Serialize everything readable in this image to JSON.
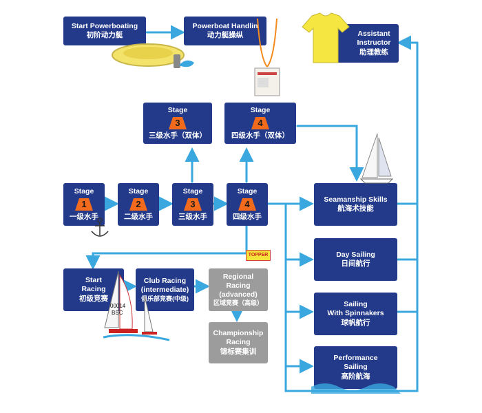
{
  "boxes": {
    "start_powerboating": {
      "en": "Start Powerboating",
      "zh": "初阶动力艇"
    },
    "powerboat_handling": {
      "en": "Powerboat Handlin",
      "zh": "动力艇操纵"
    },
    "assistant_instructor": {
      "en1": "Assistant",
      "en2": "Instructor",
      "zh": "助理教练"
    },
    "stage3_cat": {
      "label": "Stage",
      "num": "3",
      "zh": "三级水手（双体）"
    },
    "stage4_cat": {
      "label": "Stage",
      "num": "4",
      "zh": "四级水手（双体）"
    },
    "stage1": {
      "label": "Stage",
      "num": "1",
      "zh": "一级水手"
    },
    "stage2": {
      "label": "Stage",
      "num": "2",
      "zh": "二级水手"
    },
    "stage3": {
      "label": "Stage",
      "num": "3",
      "zh": "三级水手"
    },
    "stage4": {
      "label": "Stage",
      "num": "4",
      "zh": "四级水手"
    },
    "seamanship": {
      "en": "Seamanship Skills",
      "zh": "航海术技能"
    },
    "day_sailing": {
      "en": "Day Sailing",
      "zh": "日间航行"
    },
    "spinnakers": {
      "en1": "Sailing",
      "en2": "With Spinnakers",
      "zh": "球帆航行"
    },
    "performance": {
      "en1": "Performance",
      "en2": "Sailing",
      "zh": "高阶航海"
    },
    "start_racing": {
      "en1": "Start",
      "en2": "Racing",
      "zh": "初级竞赛"
    },
    "club_racing": {
      "en1": "Club Racing",
      "en2": "(intermediate)",
      "zh": "俱乐部竞赛(中级)"
    },
    "regional_racing": {
      "en1": "Regional Racing",
      "en2": "(advanced)",
      "zh": "区域竞赛（高级）"
    },
    "championship": {
      "en1": "Championship",
      "en2": "Racing",
      "zh": "锦标赛集训"
    }
  },
  "decor": {
    "topper_flag": "TOPPER",
    "sail_number": "00014",
    "sail_club": "BSC"
  },
  "colors": {
    "box": "#233a8a",
    "box_grey": "#9c9c9c",
    "arrow": "#3aa7de",
    "badge": "#f26b1d"
  }
}
